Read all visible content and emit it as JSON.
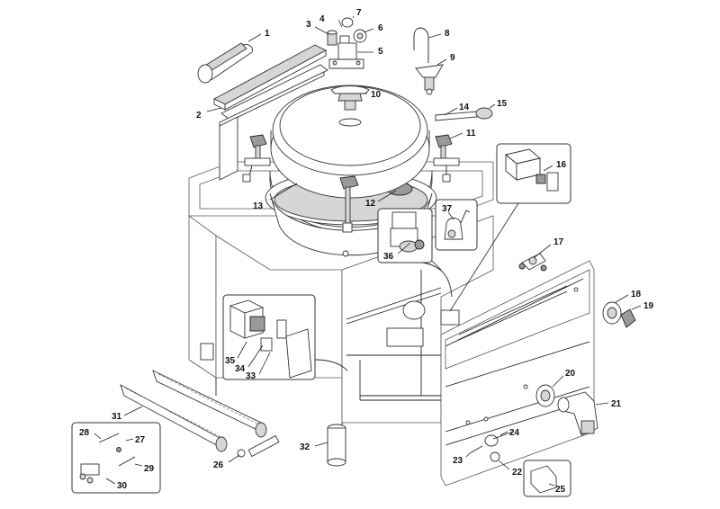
{
  "diagram": {
    "callouts": [
      {
        "id": "1",
        "label": "1"
      },
      {
        "id": "2",
        "label": "2"
      },
      {
        "id": "3",
        "label": "3"
      },
      {
        "id": "4",
        "label": "4"
      },
      {
        "id": "5",
        "label": "5"
      },
      {
        "id": "6",
        "label": "6"
      },
      {
        "id": "7",
        "label": "7"
      },
      {
        "id": "8",
        "label": "8"
      },
      {
        "id": "9",
        "label": "9"
      },
      {
        "id": "10",
        "label": "10"
      },
      {
        "id": "11",
        "label": "11"
      },
      {
        "id": "12",
        "label": "12"
      },
      {
        "id": "13",
        "label": "13"
      },
      {
        "id": "14",
        "label": "14"
      },
      {
        "id": "15",
        "label": "15"
      },
      {
        "id": "16",
        "label": "16"
      },
      {
        "id": "17",
        "label": "17"
      },
      {
        "id": "18",
        "label": "18"
      },
      {
        "id": "19",
        "label": "19"
      },
      {
        "id": "20",
        "label": "20"
      },
      {
        "id": "21",
        "label": "21"
      },
      {
        "id": "22",
        "label": "22"
      },
      {
        "id": "23",
        "label": "23"
      },
      {
        "id": "24",
        "label": "24"
      },
      {
        "id": "25",
        "label": "25"
      },
      {
        "id": "26",
        "label": "26"
      },
      {
        "id": "27",
        "label": "27"
      },
      {
        "id": "28",
        "label": "28"
      },
      {
        "id": "29",
        "label": "29"
      },
      {
        "id": "30",
        "label": "30"
      },
      {
        "id": "31",
        "label": "31"
      },
      {
        "id": "32",
        "label": "32"
      },
      {
        "id": "33",
        "label": "33"
      },
      {
        "id": "34",
        "label": "34"
      },
      {
        "id": "35",
        "label": "35"
      },
      {
        "id": "36",
        "label": "36"
      },
      {
        "id": "37",
        "label": "37"
      }
    ],
    "colors": {
      "line": "#222222",
      "fill_light": "#f2f2f2",
      "fill_mid": "#d6d6d6",
      "fill_dark": "#9a9a9a",
      "background": "#ffffff"
    }
  }
}
